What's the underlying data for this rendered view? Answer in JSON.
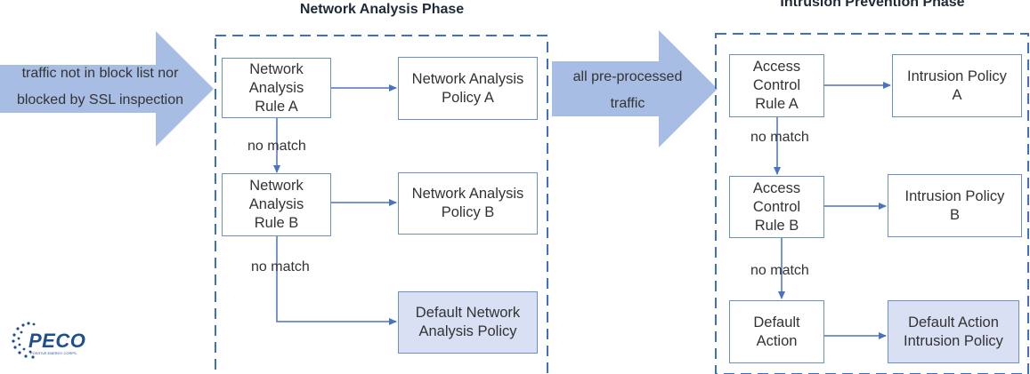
{
  "phases": {
    "network": "Network Analysis Phase",
    "intrusion": "Intrusion Prevention Phase"
  },
  "inputs": {
    "incoming_line1": "traffic not in block list nor",
    "incoming_line2": "blocked by SSL inspection",
    "preprocessed_line1": "all pre-processed",
    "preprocessed_line2": "traffic"
  },
  "network": {
    "rule_a": [
      "Network",
      "Analysis",
      "Rule A"
    ],
    "policy_a": [
      "Network Analysis",
      "Policy A"
    ],
    "rule_b": [
      "Network",
      "Analysis",
      "Rule B"
    ],
    "policy_b": [
      "Network Analysis",
      "Policy B"
    ],
    "default_policy": [
      "Default Network",
      "Analysis Policy"
    ],
    "no_match_1": "no match",
    "no_match_2": "no match"
  },
  "intrusion": {
    "rule_a": [
      "Access",
      "Control",
      "Rule A"
    ],
    "policy_a": [
      "Intrusion Policy",
      "A"
    ],
    "rule_b": [
      "Access",
      "Control",
      "Rule B"
    ],
    "policy_b": [
      "Intrusion Policy",
      "B"
    ],
    "default_action": [
      "Default",
      "Action"
    ],
    "default_policy": [
      "Default Action",
      "Intrusion Policy"
    ],
    "no_match_1": "no match",
    "no_match_2": "no match"
  },
  "logo": {
    "text": "PECO",
    "tagline": "POSITIVE ENERGY CORPS"
  },
  "colors": {
    "arrow_fill": "#a8bde3",
    "box_border": "#6a8fc8",
    "connector": "#4a72c0",
    "dashed_border": "#3d6fc2",
    "shaded_box": "#d9e0f4",
    "logo": "#1f4f8f"
  }
}
